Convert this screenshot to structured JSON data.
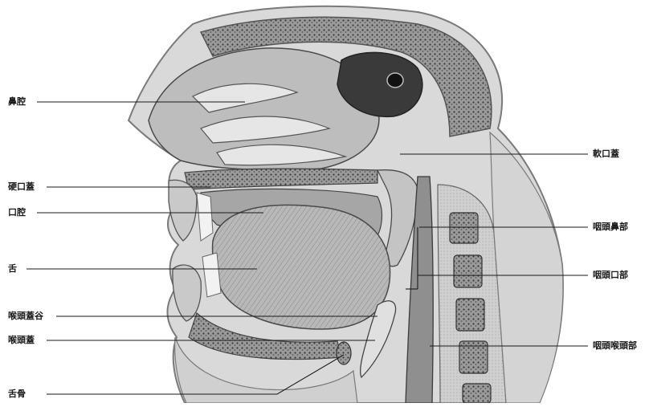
{
  "diagram": {
    "labels_left": [
      {
        "id": "nasal-cavity",
        "text": "鼻腔"
      },
      {
        "id": "hard-palate",
        "text": "硬口蓋"
      },
      {
        "id": "oral-cavity",
        "text": "口腔"
      },
      {
        "id": "tongue",
        "text": "舌"
      },
      {
        "id": "vallecula",
        "text": "喉頭蓋谷"
      },
      {
        "id": "epiglottis",
        "text": "喉頭蓋"
      },
      {
        "id": "hyoid",
        "text": "舌骨"
      }
    ],
    "labels_right": [
      {
        "id": "soft-palate",
        "text": "軟口蓋"
      },
      {
        "id": "nasopharynx",
        "text": "咽頭鼻部"
      },
      {
        "id": "oropharynx",
        "text": "咽頭口部"
      },
      {
        "id": "laryngopharynx",
        "text": "咽頭喉頭部"
      }
    ]
  }
}
